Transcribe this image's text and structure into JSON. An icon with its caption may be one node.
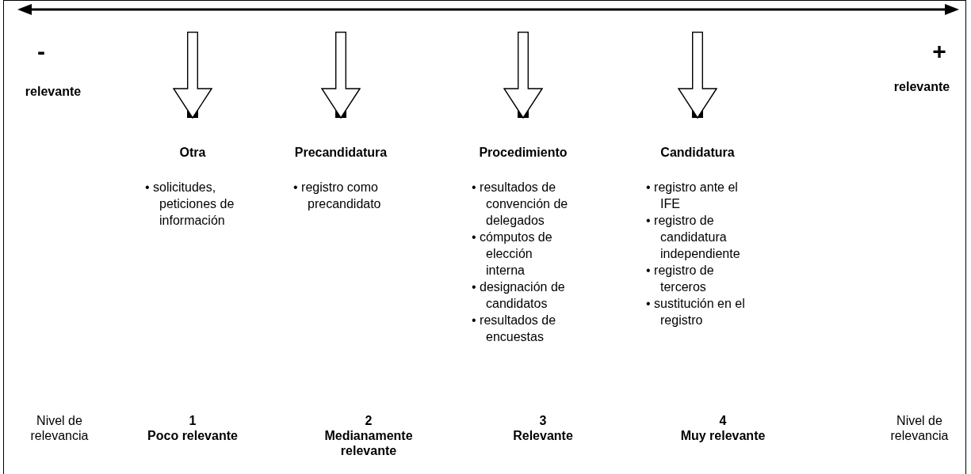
{
  "diagram": {
    "nodes": [
      {
        "text": [
          "Otra",
          "• solicitudes, peticiones de información"
        ]
      },
      {
        "text": [
          "Precandidatura",
          "• registro como precandidato"
        ]
      },
      {
        "text": [
          "Procedimiento",
          "• resultados de convención de delegados",
          "• cómputos de elección interna",
          "• designación de candidatos",
          "• resultados de encuestas"
        ]
      },
      {
        "text": [
          "Candidatura",
          "• registro ante el IFE",
          "• registro de candidatura independiente",
          "• registro de terceros",
          "• sustitución en el registro"
        ]
      }
    ],
    "edges": [
      {
        "from": null,
        "to": 0,
        "arrow": "to"
      },
      {
        "from": null,
        "to": 1,
        "arrow": "to"
      },
      {
        "from": null,
        "to": 2,
        "arrow": "to"
      },
      {
        "from": null,
        "to": 3,
        "arrow": "to"
      }
    ],
    "labels": [
      "-",
      "relevante",
      "+",
      "relevante",
      "Nivel de relevancia",
      "1",
      "Poco relevante",
      "2",
      "Medianamente relevante",
      "3",
      "Relevante",
      "4",
      "Muy relevante",
      "Nivel de relevancia"
    ]
  }
}
